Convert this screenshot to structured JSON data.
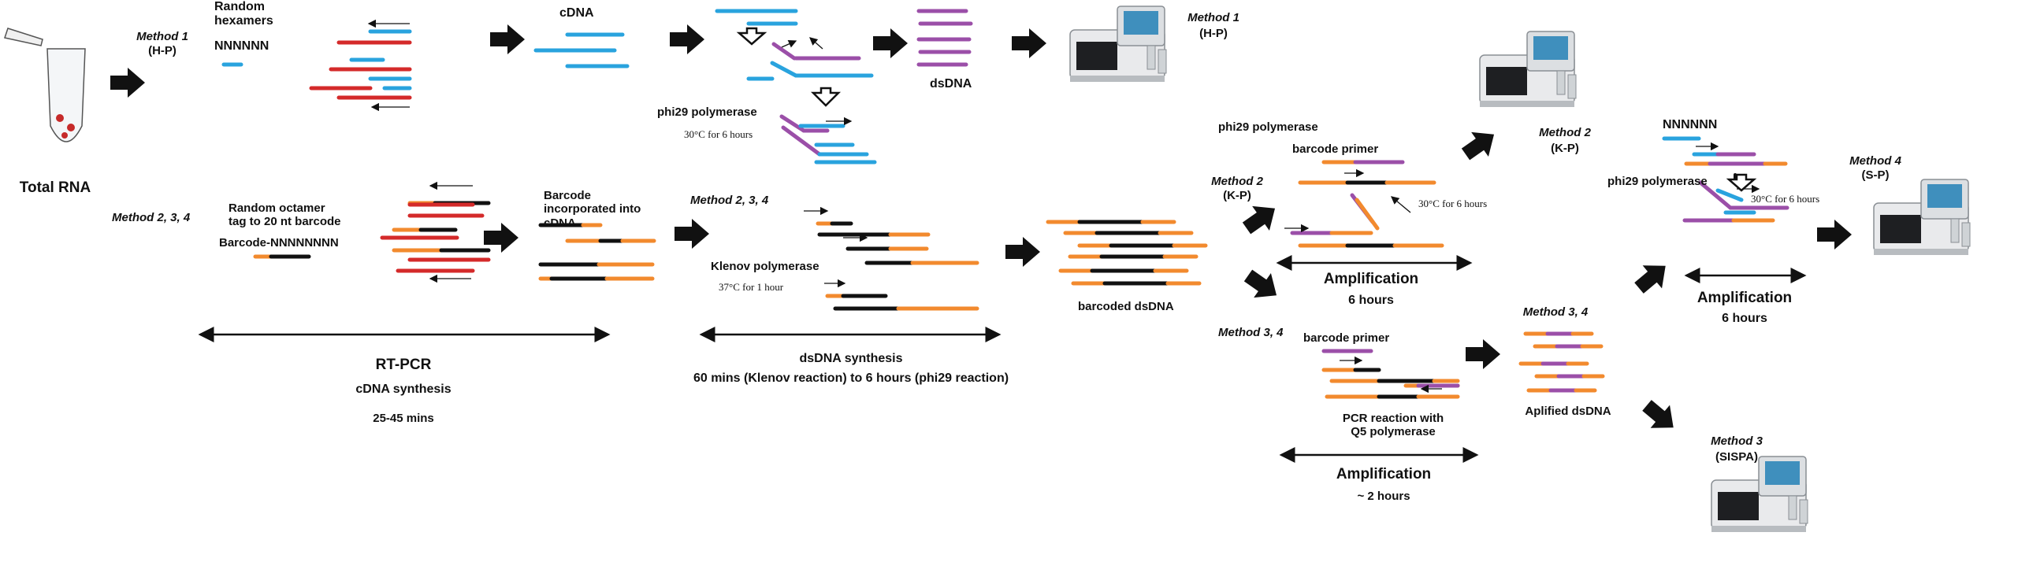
{
  "colors": {
    "red": "#d42a2a",
    "blue": "#29a3de",
    "purple": "#9b4fa8",
    "orange": "#f28a2e",
    "black": "#111111",
    "gray": "#bfc3c7"
  },
  "sample": {
    "label": "Total RNA"
  },
  "method1": {
    "tag": "Method 1",
    "code": "(H-P)",
    "primer_label": "Random hexamers",
    "primer_seq": "NNNNNN",
    "cdna_label": "cDNA",
    "enzyme": "phi29 polymerase",
    "condition": "30°C for 6 hours",
    "dsdna_label": "dsDNA",
    "seq_tag": "Method 1",
    "seq_code": "(H-P)"
  },
  "barcoding": {
    "tag": "Method 2, 3, 4",
    "primer_desc": "Random octamer\ntag to 20 nt barcode",
    "primer_seq": "Barcode-NNNNNNNN",
    "cdna_label": "Barcode\nincorporated into\ncDNA",
    "tag2": "Method 2, 3, 4",
    "enzyme": "Klenov polymerase",
    "condition": "37°C for 1 hour",
    "product": "barcoded dsDNA"
  },
  "timeline": {
    "rt_title": "RT-PCR",
    "rt_sub": "cDNA synthesis",
    "rt_time": "25-45 mins",
    "ds_title": "dsDNA synthesis",
    "ds_time": "60 mins (Klenov reaction) to 6 hours (phi29 reaction)"
  },
  "method2": {
    "tag": "Method 2",
    "code": "(K-P)",
    "enzyme": "phi29 polymerase",
    "primer": "barcode primer",
    "condition": "30°C for 6 hours",
    "amp_title": "Amplification",
    "amp_time": "6 hours",
    "seq_tag": "Method 2",
    "seq_code": "(K-P)"
  },
  "method34": {
    "tag": "Method 3, 4",
    "primer": "barcode primer",
    "reaction": "PCR reaction with\nQ5 polymerase",
    "amp_title": "Amplification",
    "amp_time": "~ 2 hours",
    "product_tag": "Method 3, 4",
    "product": "Aplified dsDNA"
  },
  "method3": {
    "seq_tag": "Method 3",
    "seq_code": "(SISPA)"
  },
  "method4": {
    "primer_seq": "NNNNNN",
    "enzyme": "phi29 polymerase",
    "condition": "30°C for 6 hours",
    "amp_title": "Amplification",
    "amp_time": "6 hours",
    "seq_tag": "Method 4",
    "seq_code": "(S-P)"
  }
}
